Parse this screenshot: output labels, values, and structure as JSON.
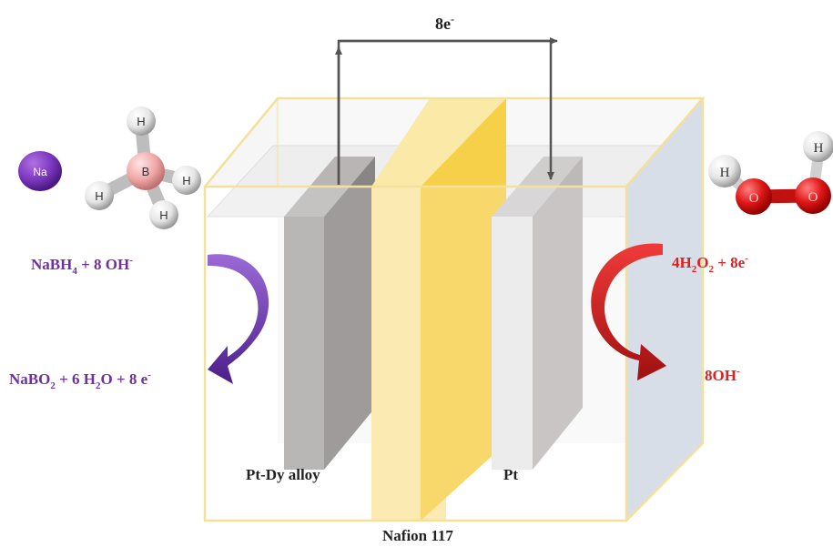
{
  "electron_transfer": {
    "label": "8e",
    "charge": "-"
  },
  "anode": {
    "label": "Pt-Dy alloy"
  },
  "cathode": {
    "label": "Pt"
  },
  "membrane": {
    "label": "Nafion 117"
  },
  "anode_reaction": {
    "reactant": {
      "t1": "NaBH",
      "sub": "4",
      "t2": " + 8 OH",
      "sup": "-"
    },
    "product": {
      "t1": "NaBO",
      "sub1": "2",
      "t2": " + 6 H",
      "sub2": "2",
      "t3": "O + 8 e",
      "sup": "-"
    }
  },
  "cathode_reaction": {
    "reactant": {
      "t1": "4H",
      "sub1": "2",
      "t2": "O",
      "sub2": "2",
      "t3": " + 8e",
      "sup": "-"
    },
    "product": {
      "t1": "8OH",
      "sup": "-"
    }
  },
  "sodium_atom": {
    "label": "Na"
  },
  "borohydride_molecule": {
    "center": "B",
    "ligands": [
      "H",
      "H",
      "H",
      "H"
    ]
  },
  "peroxide_molecule": {
    "atoms": [
      "H",
      "O",
      "O",
      "H"
    ]
  },
  "colors": {
    "anode_text": "#7030a0",
    "cathode_text": "#e02020",
    "membrane": "#f7d04a",
    "box_edge": "#f3e19b"
  }
}
